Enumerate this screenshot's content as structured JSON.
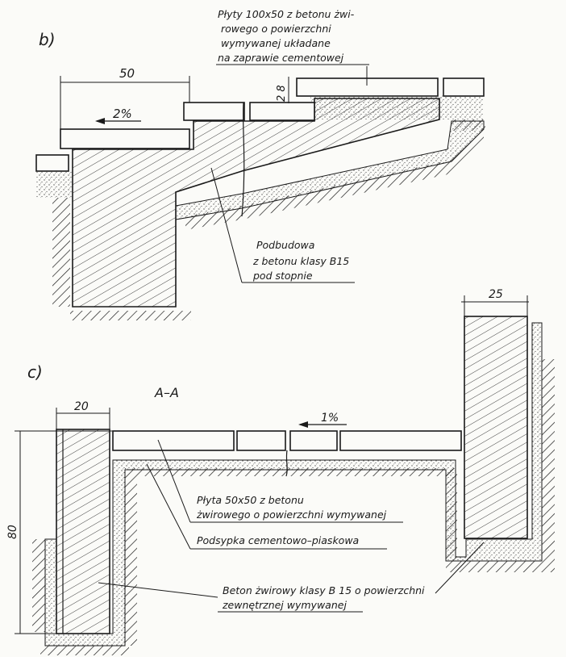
{
  "colors": {
    "ink": "#1a1a1a",
    "paper": "#fbfbf8",
    "concrete_hatch": "#2a2a2a",
    "sand_dots": "#555555"
  },
  "section_b": {
    "label": "b)",
    "note_slabs": [
      "Płyty 100x50 z betonu żwi-",
      "rowego o powierzchni",
      "wymywanej układane",
      "na zaprawie cementowej"
    ],
    "dim_width": "50",
    "dim_thickness": "2 8",
    "slope": "2%",
    "note_base": [
      "Podbudowa",
      "z betonu  klasy B15",
      "pod  stopnie"
    ]
  },
  "section_c": {
    "label": "c)",
    "section_name": "A–A",
    "dim_left_wall": "20",
    "dim_right_wall": "25",
    "dim_height": "80",
    "slope": "1%",
    "note_slab": [
      "Płyta 50x50  z betonu",
      "żwirowego o powierzchni wymywanej"
    ],
    "note_bedding": "Podsypka cementowo–piaskowa",
    "note_concrete": [
      "Beton żwirowy klasy B 15 o powierzchni",
      "zewnętrznej  wymywanej"
    ]
  }
}
